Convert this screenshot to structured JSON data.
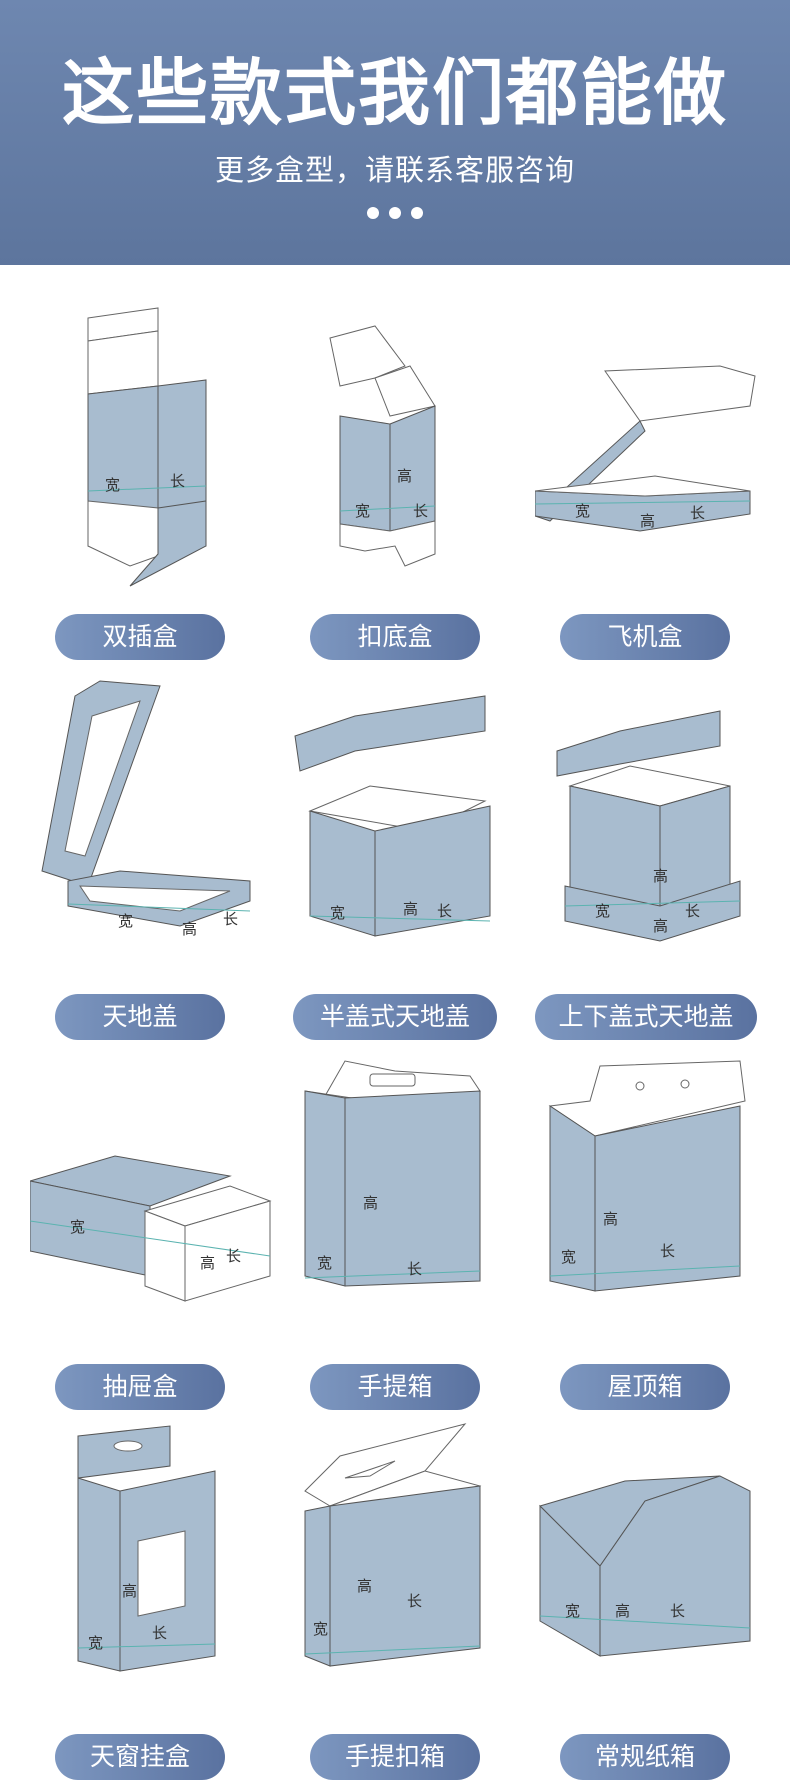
{
  "header": {
    "title": "这些款式我们都能做",
    "subtitle": "更多盒型，请联系客服咨询"
  },
  "colors": {
    "header_bg": "#6e87b0",
    "box_face": "#a8bccf",
    "pill": "#5f77a3"
  },
  "dimension_labels": {
    "width": "宽",
    "length": "长",
    "height": "高"
  },
  "box_types": [
    {
      "label": "双插盒",
      "icon": "double-tuck-box-icon"
    },
    {
      "label": "扣底盒",
      "icon": "lock-bottom-box-icon"
    },
    {
      "label": "飞机盒",
      "icon": "mailer-box-icon"
    },
    {
      "label": "天地盖",
      "icon": "lid-base-box-icon"
    },
    {
      "label": "半盖式天地盖",
      "icon": "half-lid-box-icon"
    },
    {
      "label": "上下盖式天地盖",
      "icon": "top-bottom-lid-box-icon"
    },
    {
      "label": "抽屉盒",
      "icon": "drawer-box-icon"
    },
    {
      "label": "手提箱",
      "icon": "handle-carton-icon"
    },
    {
      "label": "屋顶箱",
      "icon": "gable-top-box-icon"
    },
    {
      "label": "天窗挂盒",
      "icon": "window-hanger-box-icon"
    },
    {
      "label": "手提扣箱",
      "icon": "handle-lock-box-icon"
    },
    {
      "label": "常规纸箱",
      "icon": "regular-carton-icon"
    }
  ]
}
